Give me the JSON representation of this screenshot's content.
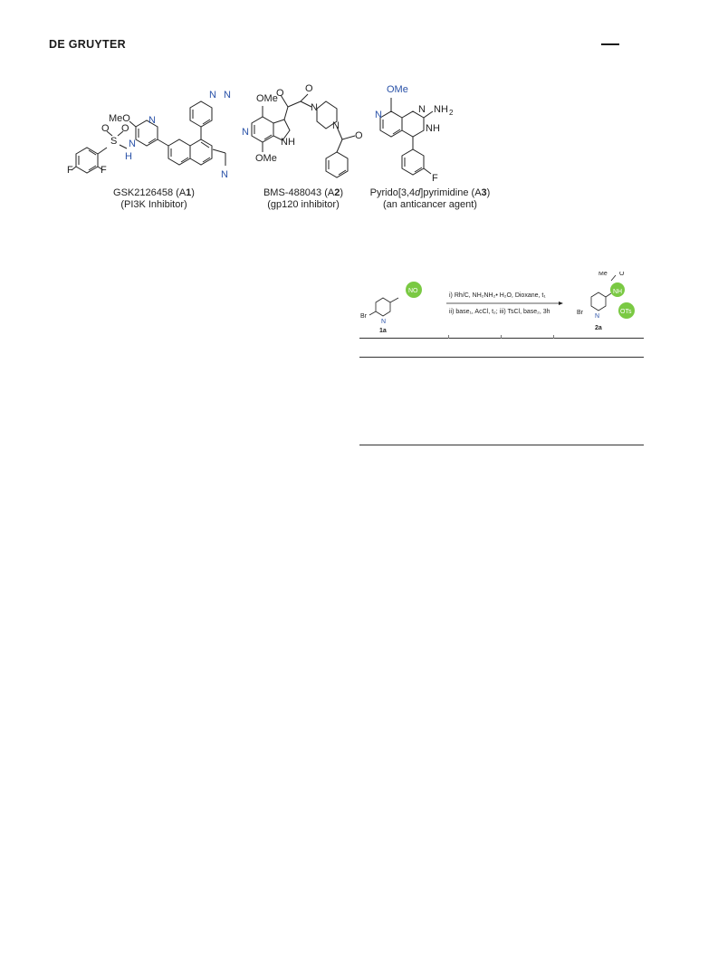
{
  "header": {
    "brand": "DE GRUYTER"
  },
  "figure_top": {
    "compounds": [
      {
        "name": "GSK2126458",
        "code_prefix": "(A",
        "code_num": "1",
        "code_suffix": ")",
        "subtitle": "(PI3K Inhibitor)"
      },
      {
        "name": "BMS-488043",
        "code_prefix": "(A",
        "code_num": "2",
        "code_suffix": ")",
        "subtitle": "(gp120 inhibitor)"
      },
      {
        "name_pre": "Pyrido[3,4",
        "name_italic": "d",
        "name_post": "]pyrimidine",
        "code_prefix": "(A",
        "code_num": "3",
        "code_suffix": ")",
        "subtitle": "(an anticancer agent)"
      }
    ],
    "atom_labels": {
      "meo": "MeO",
      "n": "N",
      "o": "O",
      "s": "S",
      "h": "H",
      "f": "F",
      "ome": "OMe",
      "nh": "NH",
      "nh2": "NH",
      "two": "2"
    }
  },
  "scheme": {
    "reactant_label": "1a",
    "product_label": "2a",
    "br": "Br",
    "n": "N",
    "no2": "NO",
    "me": "Me",
    "o": "O",
    "nh": "NH",
    "ots": "OTs",
    "cond1": "i) Rh/C, NH₂NH₂• H₂O, Dioxane, t₁",
    "cond2": "ii) base₁, AcCl, t₂; iii) TsCl, base₂, 3h"
  },
  "colors": {
    "heteroatom": "#2a52a8",
    "highlight": "#7ac943",
    "text": "#222222"
  }
}
